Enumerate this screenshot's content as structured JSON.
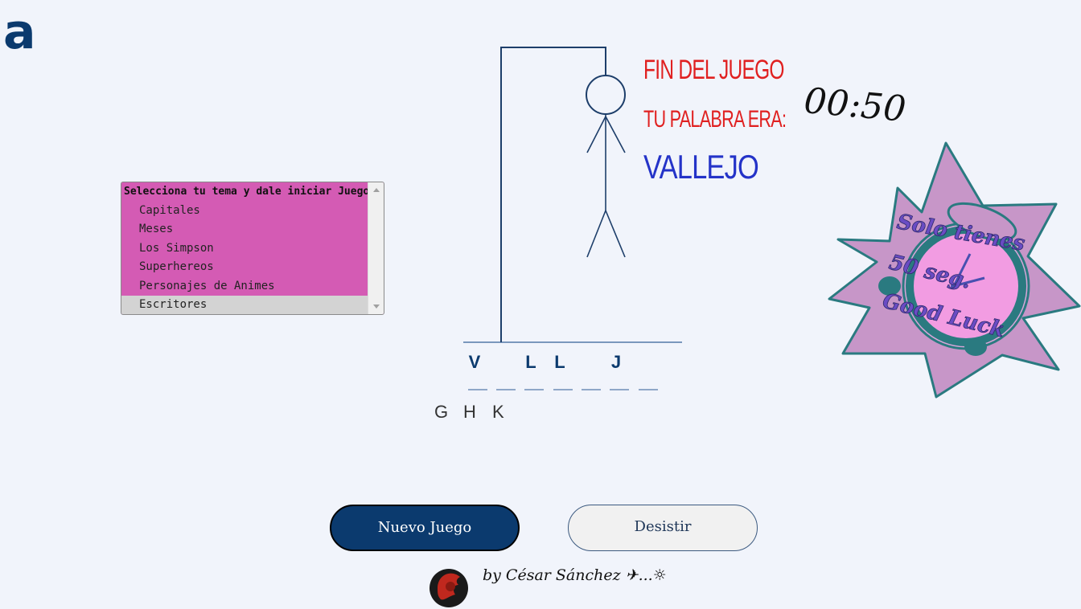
{
  "logo": {
    "glyph": "a"
  },
  "theme_select": {
    "header": "Selecciona tu tema y dale iniciar Juego",
    "options": [
      "Capitales",
      "Meses",
      "Los Simpson",
      "Superhereos",
      "Personajes de Animes",
      "Escritores"
    ],
    "selected": "Escritores",
    "background_color": "#d45bb4"
  },
  "timer": {
    "value": "00:50"
  },
  "game_over": {
    "line1": "FIN DEL JUEGO",
    "line2": "TU PALABRA ERA:",
    "word": "VALLEJO"
  },
  "word_slots": [
    "V",
    "",
    "L",
    "L",
    "",
    "J",
    ""
  ],
  "missed_letters": [
    "G",
    "H",
    "K"
  ],
  "clock_badge": {
    "line1": "Solo tienes",
    "line2": "50 seg.",
    "line3": "Good Luck"
  },
  "buttons": {
    "new_game": "Nuevo Juego",
    "give_up": "Desistir"
  },
  "credit": "by César Sánchez ✈...☼",
  "colors": {
    "primary": "#0b3a6e",
    "game_over_red": "#e02020",
    "word_blue": "#2433c8"
  }
}
